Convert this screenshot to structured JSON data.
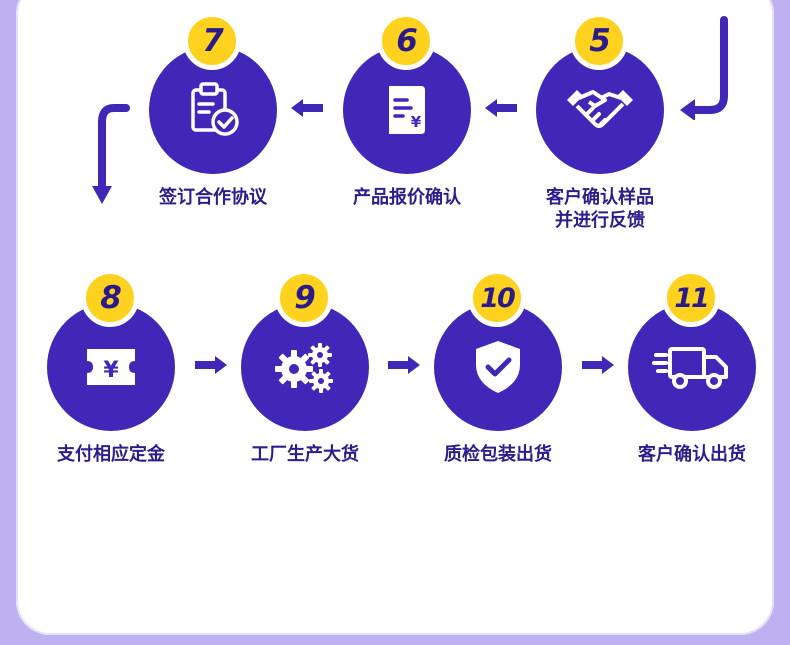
{
  "colors": {
    "circle": "#4027b8",
    "badge": "#ffd21f",
    "label_text": "#2b1d8c",
    "background": "#bdb1f2"
  },
  "steps": [
    {
      "number": "7",
      "label": "签订合作协议",
      "icon": "clipboard-check-icon"
    },
    {
      "number": "6",
      "label": "产品报价确认",
      "icon": "quote-document-icon"
    },
    {
      "number": "5",
      "label_line1": "客户确认样品",
      "label_line2": "并进行反馈",
      "icon": "handshake-icon"
    },
    {
      "number": "8",
      "label": "支付相应定金",
      "icon": "yen-ticket-icon"
    },
    {
      "number": "9",
      "label": "工厂生产大货",
      "icon": "gears-icon"
    },
    {
      "number": "10",
      "label": "质检包装出货",
      "icon": "shield-check-icon"
    },
    {
      "number": "11",
      "label": "客户确认出货",
      "icon": "delivery-truck-icon"
    }
  ]
}
